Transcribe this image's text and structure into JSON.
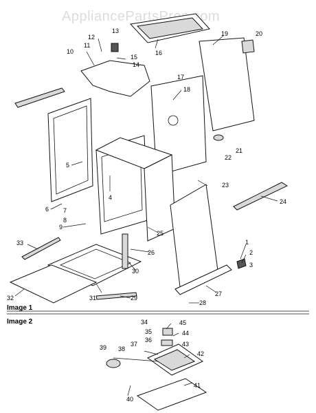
{
  "watermark": "AppliancePartsPros.com",
  "captions": {
    "image1": "Image 1",
    "image2": "Image 2"
  },
  "callouts": [
    "1",
    "2",
    "3",
    "4",
    "5",
    "6",
    "7",
    "8",
    "9",
    "10",
    "11",
    "12",
    "13",
    "14",
    "15",
    "16",
    "17",
    "18",
    "19",
    "20",
    "21",
    "22",
    "23",
    "24",
    "25",
    "26",
    "27",
    "28",
    "29",
    "30",
    "31",
    "32",
    "33",
    "34",
    "35",
    "36",
    "37",
    "38",
    "39",
    "40",
    "41",
    "42",
    "43",
    "44",
    "45"
  ],
  "colors": {
    "line": "#111111",
    "paper": "#ffffff",
    "watermark": "#dcdcdc",
    "shade": "#d9d9d9"
  }
}
